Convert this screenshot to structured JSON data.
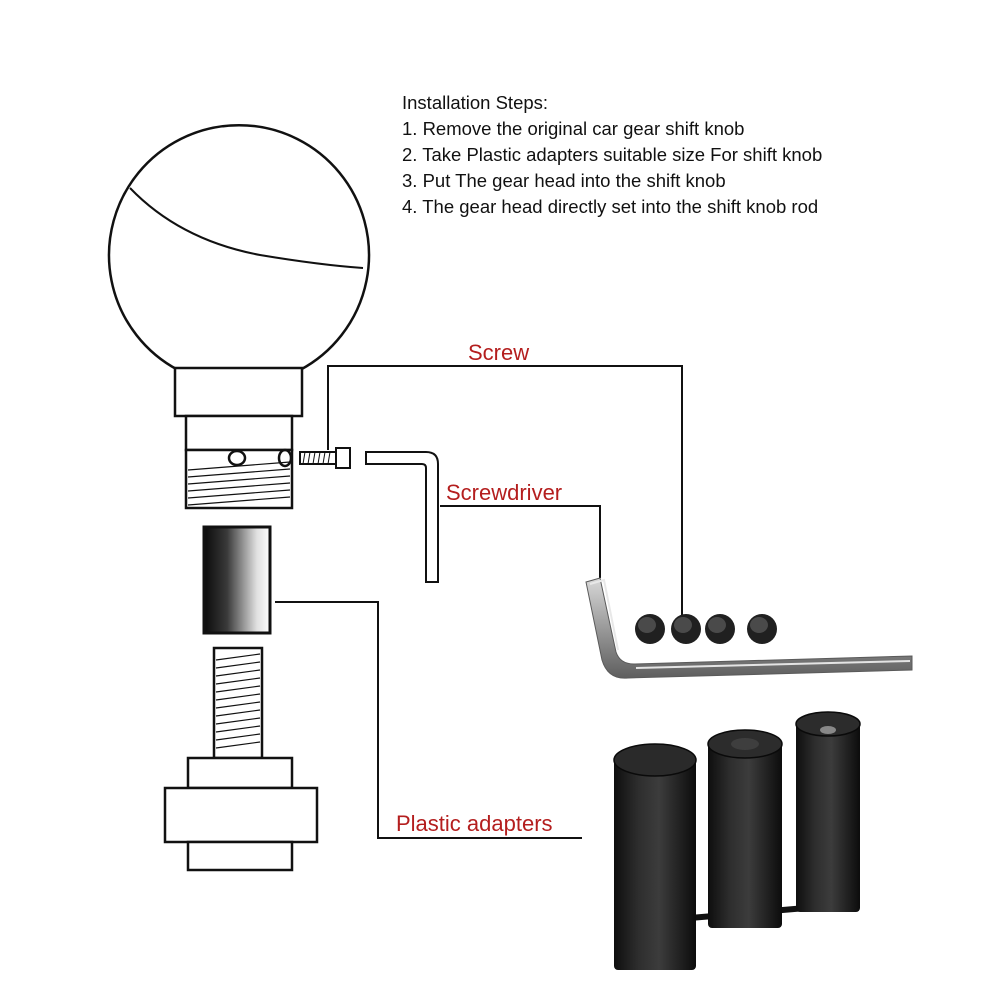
{
  "instructions": {
    "heading": "Installation Steps:",
    "steps": [
      "1. Remove the original car gear shift knob",
      "2. Take Plastic adapters suitable size For shift knob",
      "3. Put The gear head into the shift knob",
      "4. The gear head directly set into the shift knob rod"
    ]
  },
  "callouts": {
    "screw": "Screw",
    "screwdriver": "Screwdriver",
    "plastic_adapters": "Plastic adapters"
  },
  "colors": {
    "callout_text": "#b41e1e",
    "line_art": "#111111",
    "adapter_body": "#1c1c1c",
    "wrench_metal": "#a8a8a8"
  },
  "icons": [
    "gear-knob-icon",
    "hex-screw-icon",
    "allen-key-icon",
    "adapter-sleeve-icon",
    "shift-rod-icon",
    "screw-head-icon",
    "plastic-adapter-icon"
  ]
}
